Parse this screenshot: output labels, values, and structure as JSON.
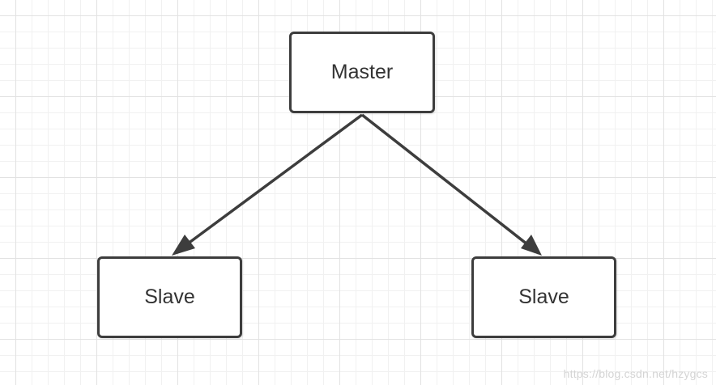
{
  "nodes": {
    "master": {
      "label": "Master"
    },
    "slave_left": {
      "label": "Slave"
    },
    "slave_right": {
      "label": "Slave"
    }
  },
  "edges": [
    {
      "from": "master",
      "to": "slave_left"
    },
    {
      "from": "master",
      "to": "slave_right"
    }
  ],
  "watermark": "https://blog.csdn.net/hzygcs",
  "colors": {
    "node_border": "#3d3d3d",
    "edge": "#3d3d3d",
    "grid_major": "#e2e2e2",
    "grid_minor": "#f1f1f1",
    "text": "#333333"
  }
}
